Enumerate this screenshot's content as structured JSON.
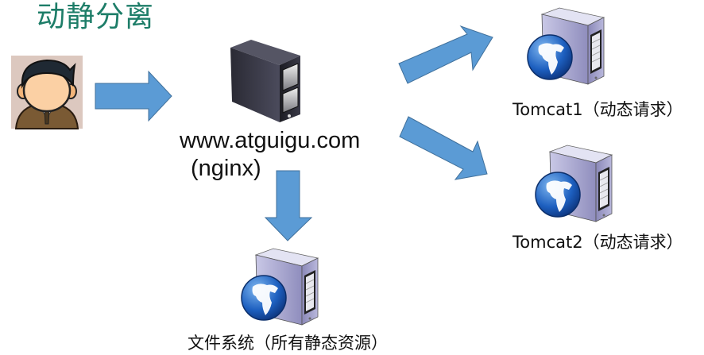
{
  "title": "动静分离",
  "nodes": {
    "client": {
      "icon": "user-avatar-icon"
    },
    "nginx": {
      "icon": "black-server-icon",
      "host": "www.atguigu.com",
      "name": "(nginx)"
    },
    "tomcat1": {
      "icon": "web-server-globe-icon",
      "label": "Tomcat1（动态请求）"
    },
    "tomcat2": {
      "icon": "web-server-globe-icon",
      "label": "Tomcat2（动态请求）"
    },
    "filesystem": {
      "icon": "web-server-globe-icon",
      "label": "文件系统（所有静态资源）"
    }
  },
  "edges": [
    {
      "from": "client",
      "to": "nginx",
      "direction": "right"
    },
    {
      "from": "nginx",
      "to": "tomcat1",
      "direction": "up-right"
    },
    {
      "from": "nginx",
      "to": "tomcat2",
      "direction": "down-right"
    },
    {
      "from": "nginx",
      "to": "filesystem",
      "direction": "down"
    }
  ],
  "colors": {
    "title": "#1d7d68",
    "arrow_fill": "#5b9bd5",
    "arrow_stroke": "#41719c",
    "label_text": "#111111"
  }
}
